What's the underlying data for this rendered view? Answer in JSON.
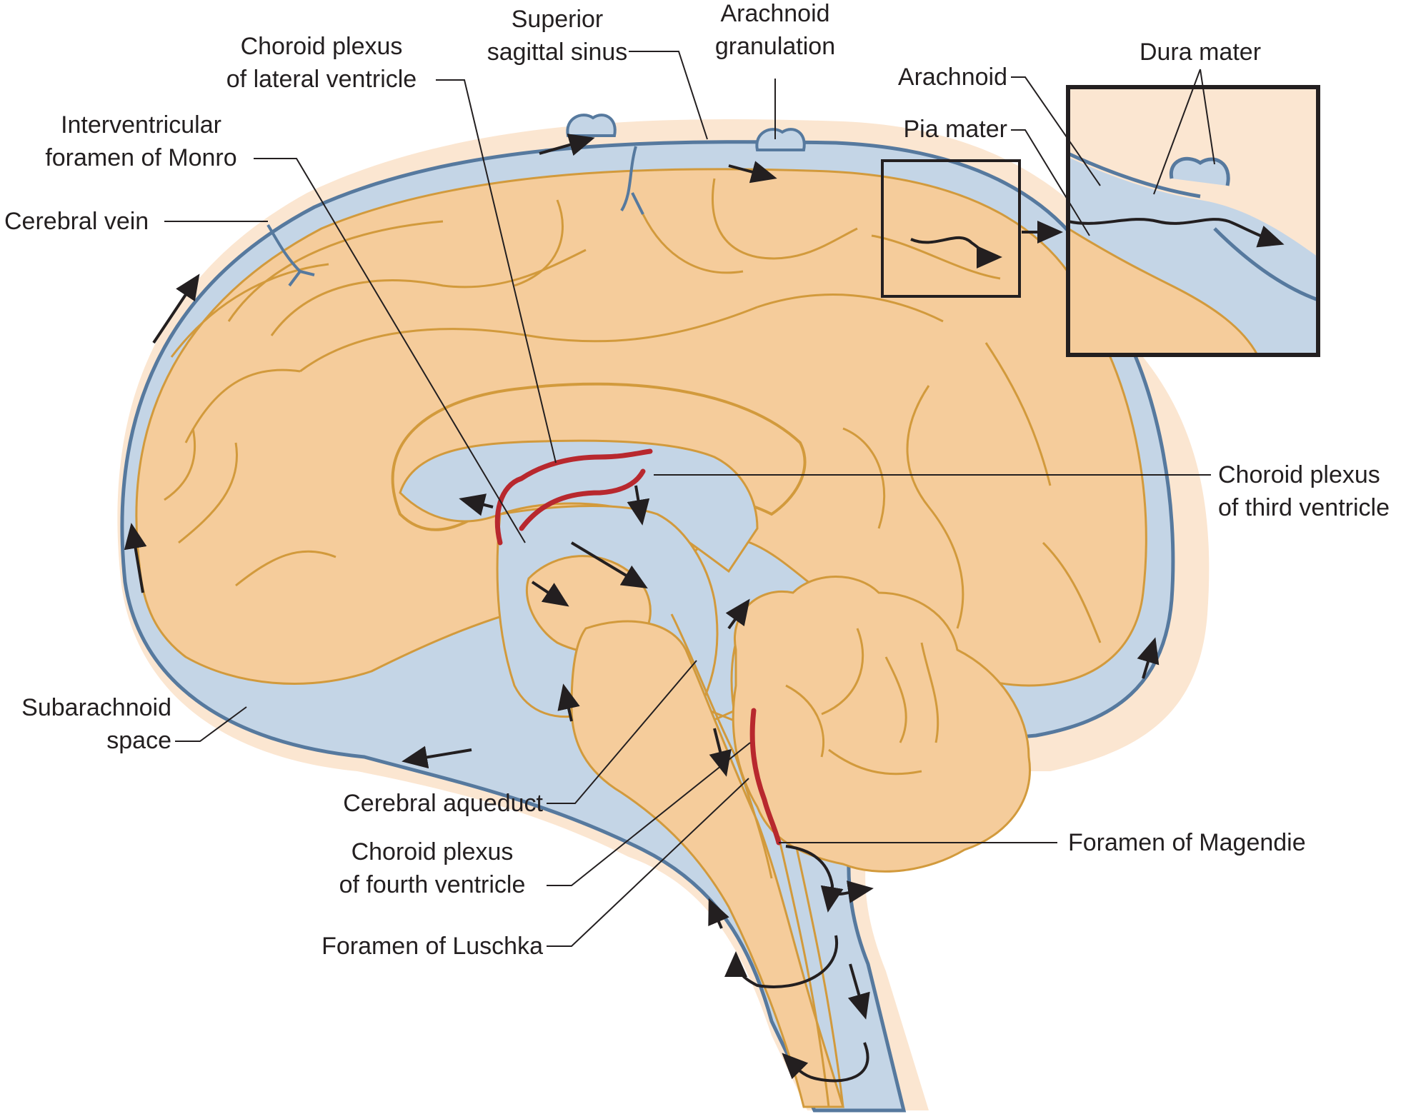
{
  "labels": {
    "superior_sagittal_sinus": [
      "Superior",
      "sagittal sinus"
    ],
    "arachnoid_granulation": [
      "Arachnoid",
      "granulation"
    ],
    "choroid_plexus_lateral": [
      "Choroid plexus",
      "of lateral ventricle"
    ],
    "dura_mater": "Dura mater",
    "arachnoid": "Arachnoid",
    "pia_mater": "Pia mater",
    "interventricular_foramen": [
      "Interventricular",
      "foramen of Monro"
    ],
    "cerebral_vein": "Cerebral vein",
    "choroid_plexus_third": [
      "Choroid plexus",
      "of third ventricle"
    ],
    "subarachnoid_space": [
      "Subarachnoid",
      "space"
    ],
    "cerebral_aqueduct": "Cerebral aqueduct",
    "choroid_plexus_fourth": [
      "Choroid plexus",
      "of fourth ventricle"
    ],
    "foramen_magendie": "Foramen of Magendie",
    "foramen_luschka": "Foramen of Luschka"
  },
  "colors": {
    "dura": "#fbe6d1",
    "csf": "#c4d5e6",
    "brain": "#f5cc9b",
    "outline": "#56799e",
    "gyri": "#d29a3c",
    "choroid": "#b8282e",
    "line": "#231f20"
  }
}
